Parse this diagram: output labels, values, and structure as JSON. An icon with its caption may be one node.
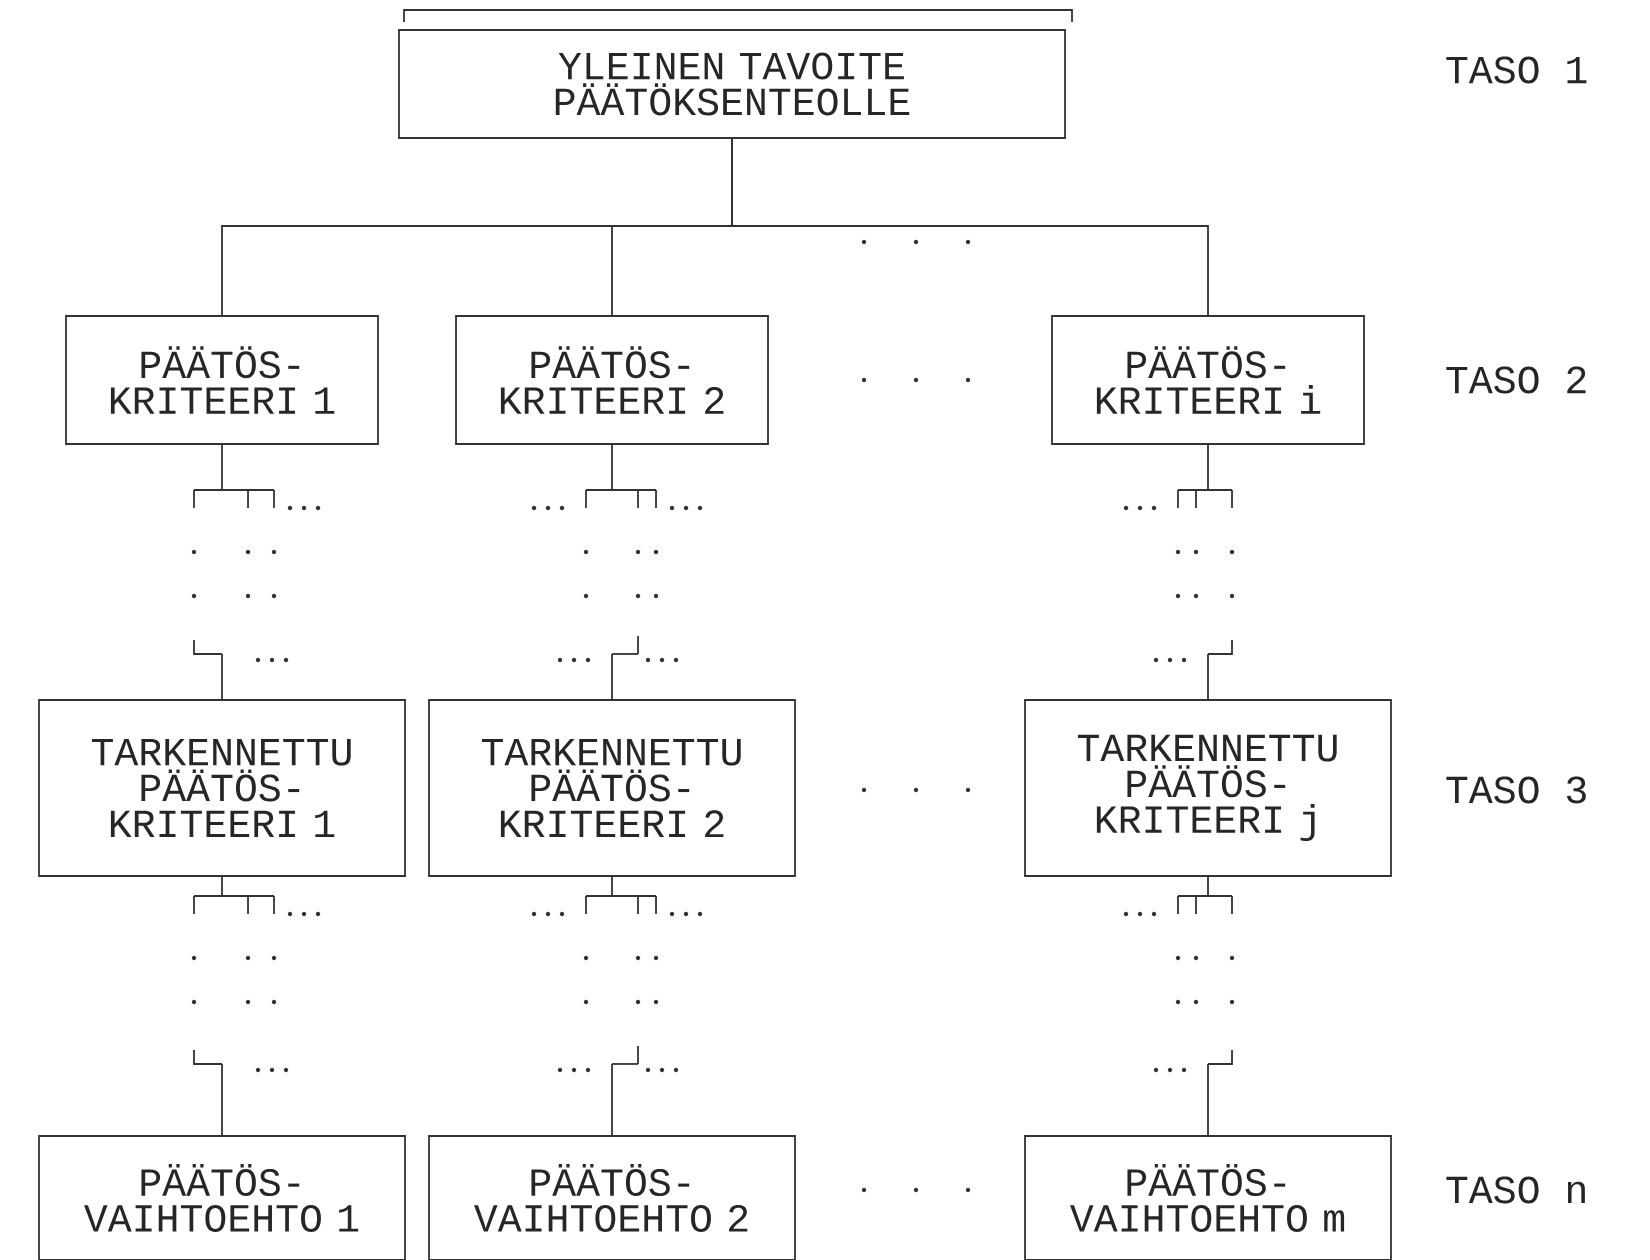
{
  "diagram": {
    "nodes": [
      {
        "text": [
          "YLEINEN TAVOITE PÄÄTÖKSENTEOLLE"
        ]
      },
      {
        "text": [
          "PÄÄTÖS- KRITEERI 1"
        ]
      },
      {
        "text": [
          "PÄÄTÖS- KRITEERI 2"
        ]
      },
      {
        "text": [
          "PÄÄTÖS- KRITEERI i"
        ]
      },
      {
        "text": [
          "TARKENNETTU PÄÄTÖS- KRITEERI 1"
        ]
      },
      {
        "text": [
          "TARKENNETTU PÄÄTÖS- KRITEERI 2"
        ]
      },
      {
        "text": [
          "TARKENNETTU PÄÄTÖS- KRITEERI j"
        ]
      },
      {
        "text": [
          "PÄÄTÖS- VAIHTOEHTO 1"
        ]
      },
      {
        "text": [
          "PÄÄTÖS- VAIHTOEHTO 2"
        ]
      },
      {
        "text": [
          "PÄÄTÖS- VAIHTOEHTO m"
        ]
      }
    ],
    "edges": [
      {
        "from": 0,
        "to": 1,
        "arrow": "none"
      },
      {
        "from": 0,
        "to": 2,
        "arrow": "none"
      },
      {
        "from": 0,
        "to": 3,
        "arrow": "none"
      }
    ],
    "labels": [
      "TASO 1",
      "TASO 2",
      "TASO 3",
      "TASO n"
    ]
  }
}
